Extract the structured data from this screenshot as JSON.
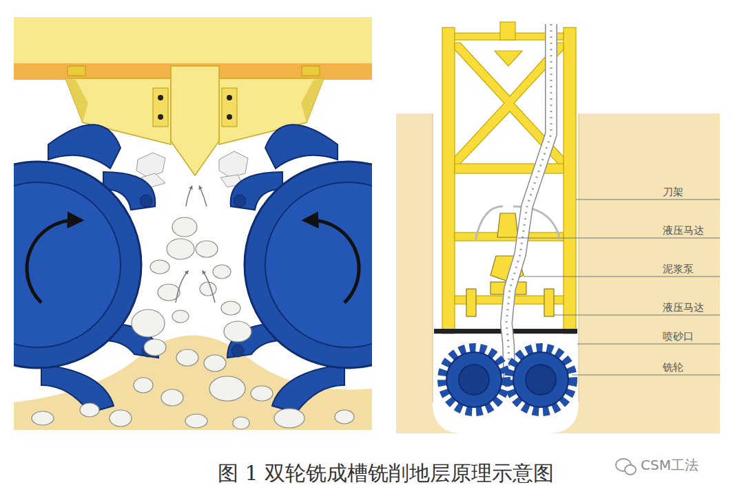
{
  "diagram": {
    "caption": "图 1 双轮铣成槽铣削地层原理示意图",
    "labels": [
      "刀架",
      "液压马达",
      "泥浆泵",
      "液压马达",
      "喷砂口",
      "铣轮",
      "CSM工法"
    ]
  }
}
